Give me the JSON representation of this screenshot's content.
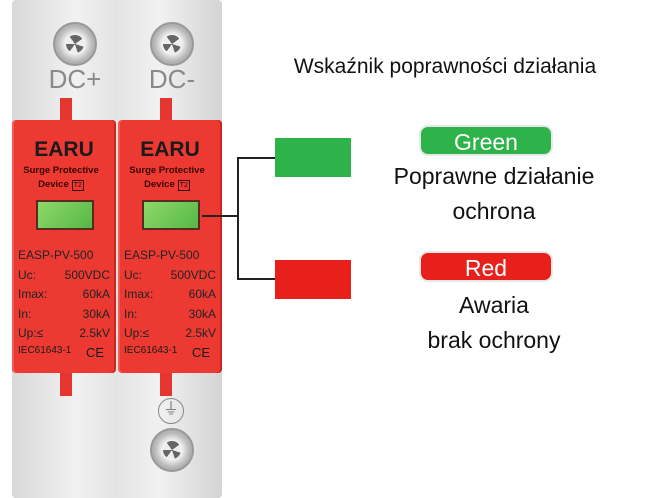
{
  "title": "Wskaźnik poprawności działania",
  "device": {
    "terminals": [
      "DC+",
      "DC-"
    ],
    "modules": [
      {
        "brand": "EARU",
        "sub1": "Surge Protective",
        "sub2": "Device",
        "class": "T2",
        "model": "EASP-PV-500",
        "specs": [
          [
            "Uc:",
            "500VDC"
          ],
          [
            "Imax:",
            "60kA"
          ],
          [
            "In:",
            "30kA"
          ],
          [
            "Up:≤",
            "2.5kV"
          ]
        ],
        "standard": "IEC61643-1",
        "mark": "CE"
      },
      {
        "brand": "EARU",
        "sub1": "Surge Protective",
        "sub2": "Device",
        "class": "T2",
        "model": "EASP-PV-500",
        "specs": [
          [
            "Uc:",
            "500VDC"
          ],
          [
            "Imax:",
            "60kA"
          ],
          [
            "In:",
            "30kA"
          ],
          [
            "Up:≤",
            "2.5kV"
          ]
        ],
        "standard": "IEC61643-1",
        "mark": "CE"
      }
    ]
  },
  "states": [
    {
      "label": "Green",
      "color": "#2db34a",
      "line1": "Poprawne działanie",
      "line2": "ochrona"
    },
    {
      "label": "Red",
      "color": "#e8201c",
      "line1": "Awaria",
      "line2": "brak ochrony"
    }
  ]
}
